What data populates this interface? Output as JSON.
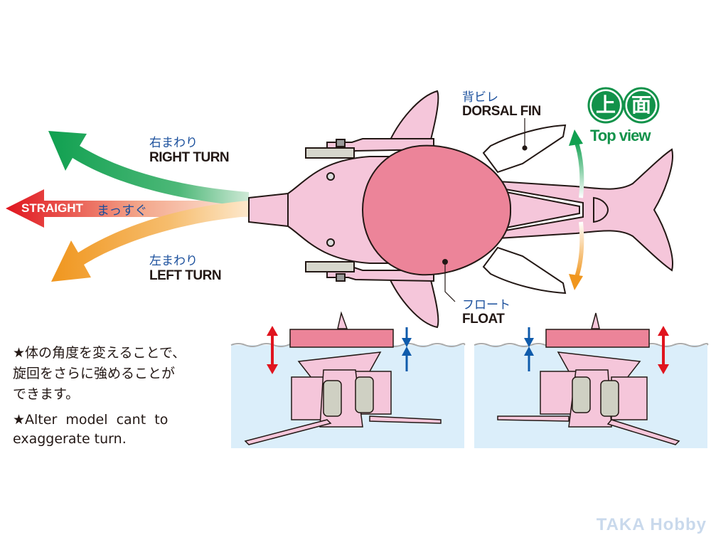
{
  "labels": {
    "right_turn_jp": "右まわり",
    "right_turn_en": "RIGHT TURN",
    "straight_en": "STRAIGHT",
    "straight_jp": "まっすぐ",
    "left_turn_jp": "左まわり",
    "left_turn_en": "LEFT TURN",
    "dorsal_fin_jp": "背ビレ",
    "dorsal_fin_en": "DORSAL FIN",
    "float_jp": "フロート",
    "float_en": "FLOAT"
  },
  "badge": {
    "char1": "上",
    "char2": "面",
    "caption": "Top view"
  },
  "notes": {
    "jp_line1": "★体の角度を変えることで、",
    "jp_line2": "旋回をさらに強めることが",
    "jp_line3": "できます。",
    "en_line1": "★Alter  model  cant  to",
    "en_line2": "exaggerate turn."
  },
  "watermark": "TAKA Hobby",
  "colors": {
    "right_turn": "#10a050",
    "straight": "#e0141e",
    "left_turn": "#f0961e",
    "body_pink": "#f5c6da",
    "float_pink": "#ec8499",
    "water": "#dbeefa",
    "label_blue": "#1a4f9c",
    "vertical_arrow_red": "#e0141e",
    "gap_arrow_blue": "#0f5bab"
  }
}
